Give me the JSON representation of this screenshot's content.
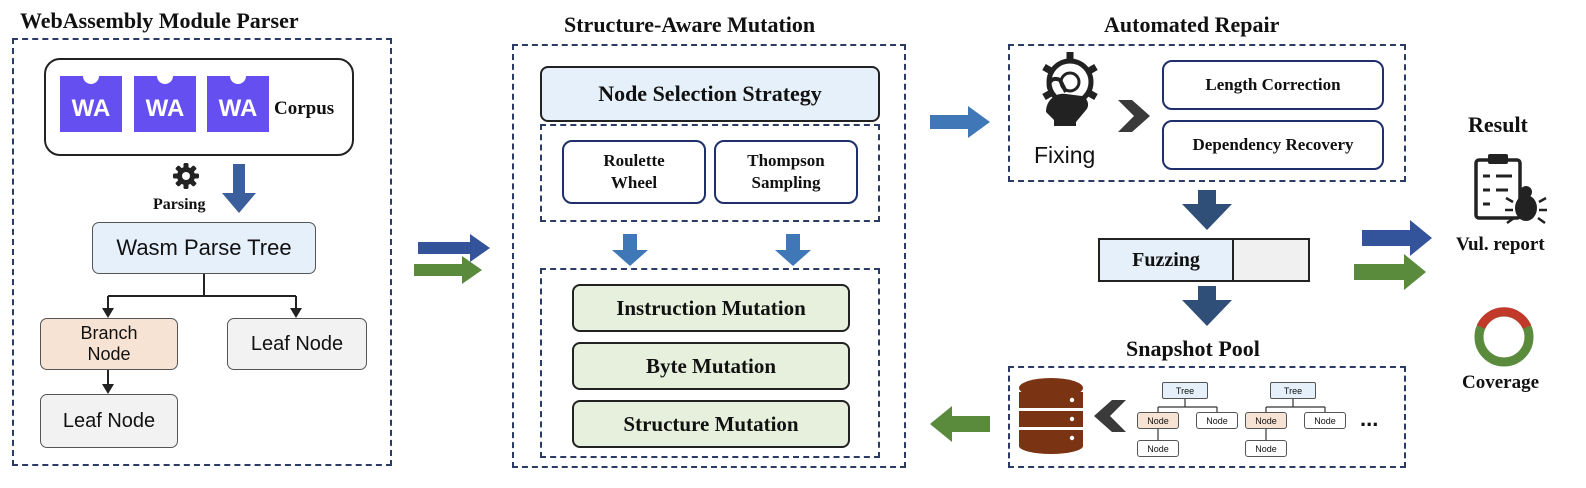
{
  "parser": {
    "title": "WebAssembly Module Parser",
    "wa_label": "WA",
    "corpus": "Corpus",
    "parsing": "Parsing",
    "parse_tree": "Wasm Parse Tree",
    "branch_node": "Branch\nNode",
    "leaf_node_right": "Leaf Node",
    "leaf_node_bottom": "Leaf Node"
  },
  "mutation": {
    "title": "Structure-Aware Mutation",
    "selection": "Node Selection Strategy",
    "roulette": "Roulette\nWheel",
    "thompson": "Thompson\nSampling",
    "ops": [
      "Instruction Mutation",
      "Byte Mutation",
      "Structure Mutation"
    ]
  },
  "repair": {
    "title": "Automated Repair",
    "fixing": "Fixing",
    "length": "Length Correction",
    "dependency": "Dependency Recovery"
  },
  "fuzzing": {
    "label": "Fuzzing"
  },
  "snapshot": {
    "title": "Snapshot Pool",
    "tree": "Tree",
    "node": "Node",
    "ellipsis": "..."
  },
  "result": {
    "title": "Result",
    "vul": "Vul. report",
    "coverage": "Coverage"
  },
  "colors": {
    "blue_arrow": "#3f77b7",
    "green_arrow": "#5a8a3c",
    "dark_arrow": "#2f4e78",
    "wa_purple": "#654ff0",
    "branch_fill": "#f7e3d3",
    "tree_fill": "#e6f0fa",
    "mutation_fill": "#e6f0dc"
  }
}
